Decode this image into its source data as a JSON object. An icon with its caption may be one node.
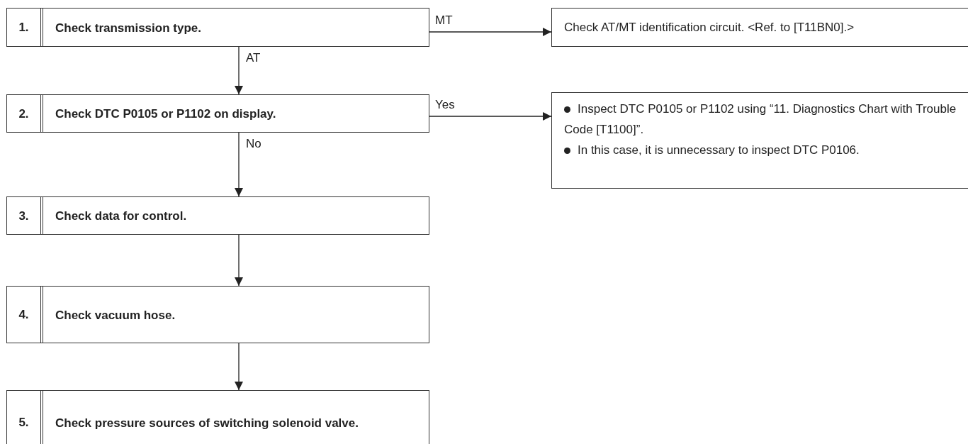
{
  "diagram": {
    "nodes": [
      {
        "text": [
          "1.",
          "Check transmission type."
        ]
      },
      {
        "text": [
          "Check AT/MT identification circuit. <Ref. to [T11BN0].>"
        ]
      },
      {
        "text": [
          "2.",
          "Check DTC P0105 or P1102 on display."
        ]
      },
      {
        "text": [
          "Inspect DTC P0105 or P1102 using “11. Diagnostics Chart with Trouble Code [T1100]”.",
          "In this case, it is unnecessary to inspect DTC P0106."
        ]
      },
      {
        "text": [
          "3.",
          "Check data for control."
        ]
      },
      {
        "text": [
          "4.",
          "Check vacuum hose."
        ]
      },
      {
        "text": [
          "5.",
          "Check pressure sources of switching solenoid valve."
        ]
      }
    ],
    "edges": [
      {
        "from": 0,
        "to": 1,
        "arrow": "to",
        "label": "MT"
      },
      {
        "from": 0,
        "to": 2,
        "arrow": "to",
        "label": "AT"
      },
      {
        "from": 2,
        "to": 3,
        "arrow": "to",
        "label": "Yes"
      },
      {
        "from": 2,
        "to": 4,
        "arrow": "to",
        "label": "No"
      },
      {
        "from": 4,
        "to": 5,
        "arrow": "to"
      },
      {
        "from": 5,
        "to": 6,
        "arrow": "to"
      }
    ]
  }
}
